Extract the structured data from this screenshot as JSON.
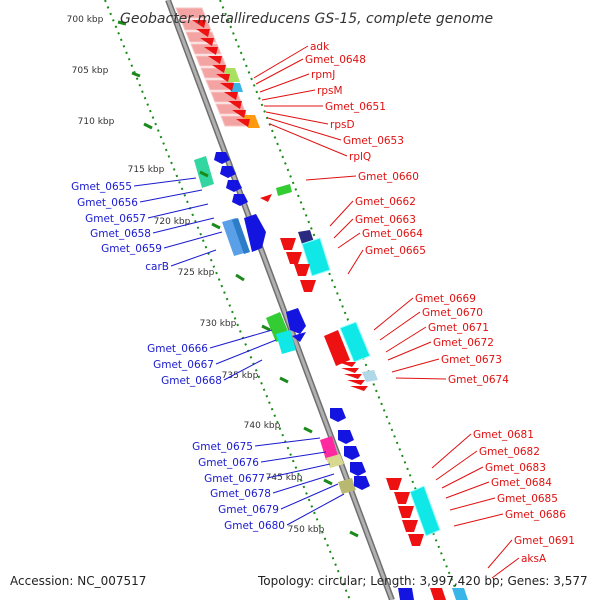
{
  "title": "Geobacter metallireducens GS-15, complete genome",
  "footer": {
    "accession": "Accession: NC_007517",
    "topology": "Topology: circular; Length: 3,997,420 bp; Genes: 3,577"
  },
  "colors": {
    "plus_label": "#e01010",
    "minus_label": "#1a1ad0",
    "tick": "#1a8a1a",
    "backbone": "#8a8a8a"
  },
  "ticks": [
    "700 kbp",
    "705 kbp",
    "710 kbp",
    "715 kbp",
    "720 kbp",
    "725 kbp",
    "730 kbp",
    "735 kbp",
    "740 kbp",
    "745 kbp",
    "750 kbp"
  ],
  "plus_strand_labels": [
    "adk",
    "Gmet_0648",
    "rpmJ",
    "rpsM",
    "Gmet_0651",
    "rpsD",
    "Gmet_0653",
    "rplQ",
    "Gmet_0660",
    "Gmet_0662",
    "Gmet_0663",
    "Gmet_0664",
    "Gmet_0665",
    "Gmet_0669",
    "Gmet_0670",
    "Gmet_0671",
    "Gmet_0672",
    "Gmet_0673",
    "Gmet_0674",
    "Gmet_0681",
    "Gmet_0682",
    "Gmet_0683",
    "Gmet_0684",
    "Gmet_0685",
    "Gmet_0686",
    "Gmet_0691",
    "aksA"
  ],
  "minus_strand_labels": [
    "Gmet_0655",
    "Gmet_0656",
    "Gmet_0657",
    "Gmet_0658",
    "Gmet_0659",
    "carB",
    "Gmet_0666",
    "Gmet_0667",
    "Gmet_0668",
    "Gmet_0675",
    "Gmet_0676",
    "Gmet_0677",
    "Gmet_0678",
    "Gmet_0679",
    "Gmet_0680"
  ]
}
